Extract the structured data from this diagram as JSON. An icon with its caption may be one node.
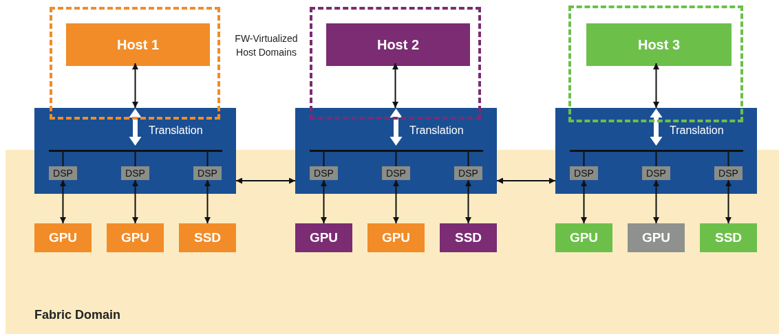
{
  "diagram": {
    "nodes": [
      {
        "text": [],
        "shape": "box"
      },
      {
        "text": [
          "Host 1"
        ],
        "in": 0
      },
      {
        "text": [],
        "shape": "box"
      },
      {
        "text": [
          "Host 2"
        ],
        "in": 2
      },
      {
        "text": [],
        "shape": "box"
      },
      {
        "text": [
          "Host 3"
        ],
        "in": 4
      },
      {
        "text": [
          "Translation"
        ]
      },
      {
        "text": [],
        "shape": "bar",
        "in": 6
      },
      {
        "text": [
          "DSP"
        ],
        "in": 6
      },
      {
        "text": [
          "DSP"
        ],
        "in": 6
      },
      {
        "text": [
          "DSP"
        ],
        "in": 6
      },
      {
        "text": [
          "Translation"
        ]
      },
      {
        "text": [],
        "shape": "bar",
        "in": 11
      },
      {
        "text": [
          "DSP"
        ],
        "in": 11
      },
      {
        "text": [
          "DSP"
        ],
        "in": 11
      },
      {
        "text": [
          "DSP"
        ],
        "in": 11
      },
      {
        "text": [
          "Translation"
        ]
      },
      {
        "text": [],
        "shape": "bar",
        "in": 16
      },
      {
        "text": [
          "DSP"
        ],
        "in": 16
      },
      {
        "text": [
          "DSP"
        ],
        "in": 16
      },
      {
        "text": [
          "DSP"
        ],
        "in": 16
      },
      {
        "text": [
          "GPU"
        ]
      },
      {
        "text": [
          "GPU"
        ]
      },
      {
        "text": [
          "SSD"
        ]
      },
      {
        "text": [
          "GPU"
        ]
      },
      {
        "text": [
          "GPU"
        ]
      },
      {
        "text": [
          "SSD"
        ]
      },
      {
        "text": [
          "GPU"
        ]
      },
      {
        "text": [
          "GPU"
        ]
      },
      {
        "text": [
          "SSD"
        ]
      }
    ],
    "edges": [
      {
        "from": 1,
        "to": 6,
        "arrow": "both"
      },
      {
        "from": 3,
        "to": 11,
        "arrow": "both"
      },
      {
        "from": 5,
        "to": 16,
        "arrow": "both"
      },
      {
        "from": 6,
        "to": 11,
        "arrow": "both"
      },
      {
        "from": 11,
        "to": 16,
        "arrow": "both"
      },
      {
        "from": 7,
        "to": 8,
        "arrow": "none"
      },
      {
        "from": 7,
        "to": 9,
        "arrow": "none"
      },
      {
        "from": 7,
        "to": 10,
        "arrow": "none"
      },
      {
        "from": 12,
        "to": 13,
        "arrow": "none"
      },
      {
        "from": 12,
        "to": 14,
        "arrow": "none"
      },
      {
        "from": 12,
        "to": 15,
        "arrow": "none"
      },
      {
        "from": 17,
        "to": 18,
        "arrow": "none"
      },
      {
        "from": 17,
        "to": 19,
        "arrow": "none"
      },
      {
        "from": 17,
        "to": 20,
        "arrow": "none"
      },
      {
        "from": 8,
        "to": 21,
        "arrow": "both"
      },
      {
        "from": 9,
        "to": 22,
        "arrow": "both"
      },
      {
        "from": 10,
        "to": 23,
        "arrow": "both"
      },
      {
        "from": 13,
        "to": 24,
        "arrow": "both"
      },
      {
        "from": 14,
        "to": 25,
        "arrow": "both"
      },
      {
        "from": 15,
        "to": 26,
        "arrow": "both"
      },
      {
        "from": 18,
        "to": 27,
        "arrow": "both"
      },
      {
        "from": 19,
        "to": 28,
        "arrow": "both"
      },
      {
        "from": 20,
        "to": 29,
        "arrow": "both"
      }
    ],
    "labels": [
      "FW-Virtualized Host Domains",
      "Fabric Domain"
    ]
  }
}
